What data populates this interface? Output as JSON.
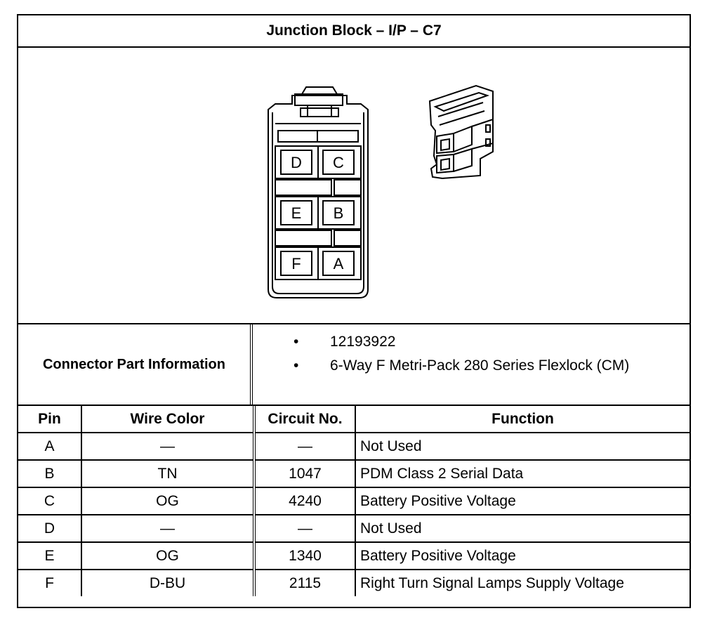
{
  "title": "Junction Block – I/P – C7",
  "connector": {
    "cavity_labels": [
      "D",
      "C",
      "E",
      "B",
      "F",
      "A"
    ]
  },
  "part_info": {
    "label": "Connector Part Information",
    "items": [
      "12193922",
      "6-Way F Metri-Pack 280 Series Flexlock (CM)"
    ]
  },
  "table": {
    "headers": [
      "Pin",
      "Wire Color",
      "Circuit No.",
      "Function"
    ],
    "rows": [
      {
        "pin": "A",
        "wire": "—",
        "circuit": "—",
        "function": "Not Used"
      },
      {
        "pin": "B",
        "wire": "TN",
        "circuit": "1047",
        "function": "PDM Class 2 Serial Data"
      },
      {
        "pin": "C",
        "wire": "OG",
        "circuit": "4240",
        "function": "Battery Positive Voltage"
      },
      {
        "pin": "D",
        "wire": "—",
        "circuit": "—",
        "function": "Not Used"
      },
      {
        "pin": "E",
        "wire": "OG",
        "circuit": "1340",
        "function": "Battery Positive Voltage"
      },
      {
        "pin": "F",
        "wire": "D-BU",
        "circuit": "2115",
        "function": "Right Turn Signal Lamps Supply Voltage"
      }
    ]
  }
}
